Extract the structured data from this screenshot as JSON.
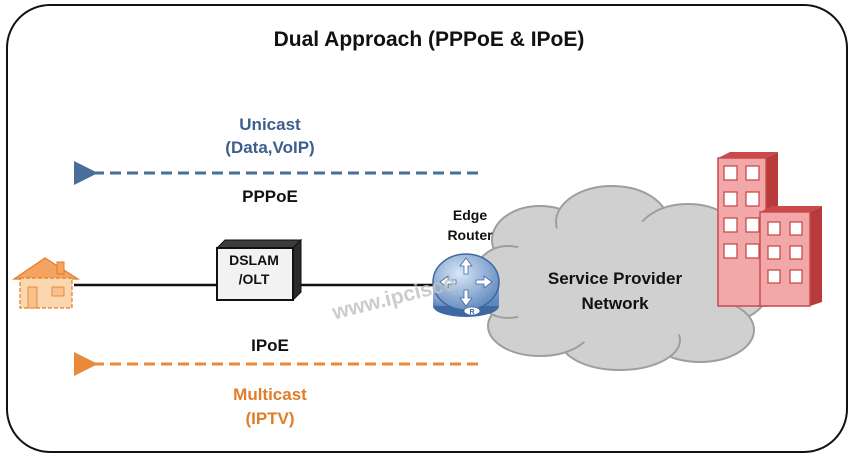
{
  "title": "Dual Approach (PPPoE & IPoE)",
  "unicast": {
    "line1": "Unicast",
    "line2": "(Data,VoIP)",
    "protocol": "PPPoE",
    "color": "#3c5f8f"
  },
  "multicast": {
    "protocol": "IPoE",
    "line1": "Multicast",
    "line2": "(IPTV)",
    "color": "#e07d2a"
  },
  "nodes": {
    "home": {
      "icon": "house-icon"
    },
    "dslam": {
      "line1": "DSLAM",
      "line2": "/OLT"
    },
    "edge_router": {
      "line1": "Edge",
      "line2": "Router",
      "icon": "router-icon",
      "badge": "R"
    },
    "cloud": {
      "line1": "Service Provider",
      "line2": "Network"
    },
    "buildings": {
      "icon": "buildings-icon"
    }
  },
  "watermark": "www.ipcisco"
}
